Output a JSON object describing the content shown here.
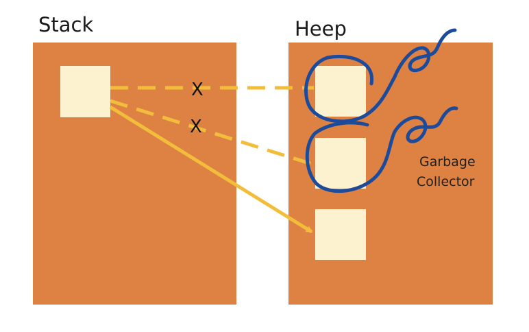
{
  "labels": {
    "stack_title": "Stack",
    "heap_title": "Heep",
    "removed_mark_1": "X",
    "removed_mark_2": "X",
    "gc_line1": "Garbage",
    "gc_line2": "Collector"
  },
  "colors": {
    "background": "#ffffff",
    "region": "#de8244",
    "object": "#fdf2cf",
    "reference": "#f3bd3c",
    "scribble": "#1d4b9b"
  },
  "stack": {
    "objects": [
      "stack-ref"
    ]
  },
  "heap": {
    "objects": [
      {
        "id": "heap-object-1",
        "referenced": false,
        "collected": true
      },
      {
        "id": "heap-object-2",
        "referenced": false,
        "collected": true
      },
      {
        "id": "heap-object-3",
        "referenced": true,
        "collected": false
      }
    ]
  },
  "references": [
    {
      "from": "stack-ref",
      "to": "heap-object-1",
      "style": "dashed",
      "removed": true
    },
    {
      "from": "stack-ref",
      "to": "heap-object-2",
      "style": "dashed",
      "removed": true
    },
    {
      "from": "stack-ref",
      "to": "heap-object-3",
      "style": "solid-arrow",
      "removed": false
    }
  ]
}
